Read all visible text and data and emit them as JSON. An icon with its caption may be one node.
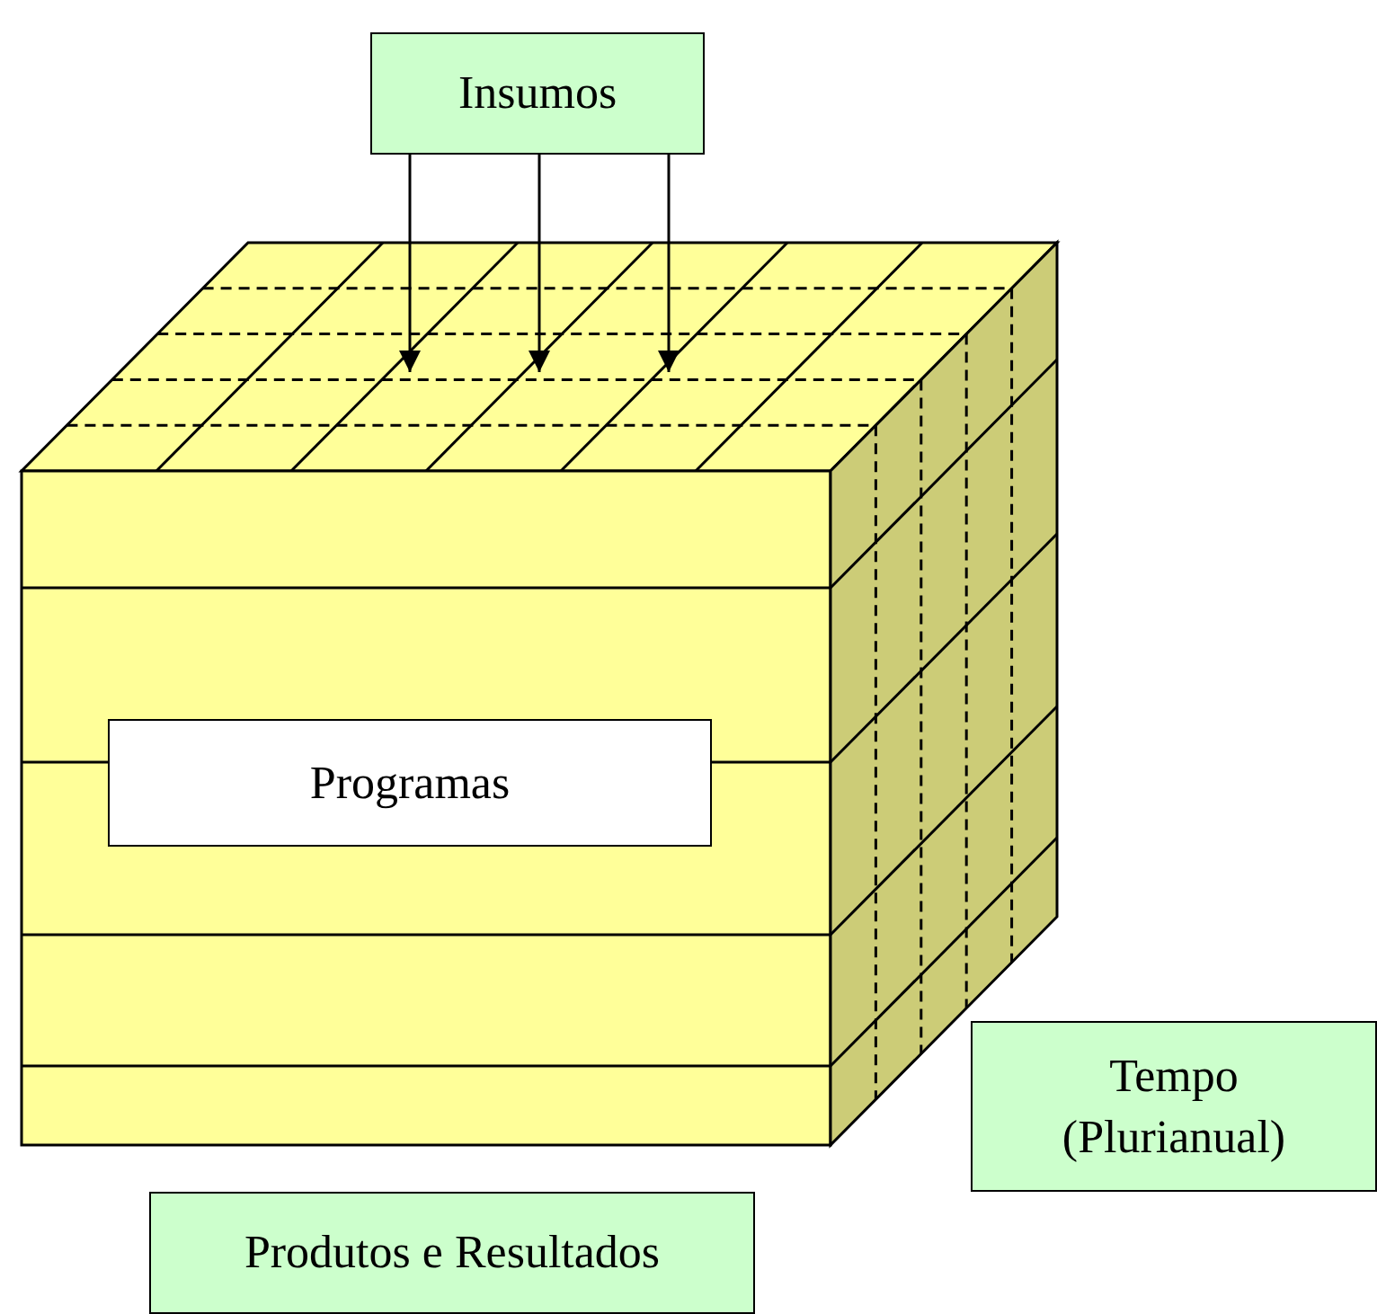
{
  "diagram": {
    "nodes": [
      {
        "text": [
          "Insumos"
        ]
      },
      {
        "text": [],
        "shape": "cube"
      },
      {
        "text": [
          "Programas"
        ],
        "in": 1
      },
      {
        "text": [
          "Tempo (Plurianual)"
        ]
      },
      {
        "text": [
          "Produtos e Resultados"
        ]
      }
    ],
    "edges": [
      {
        "from": 0,
        "to": 1,
        "arrow": "to"
      },
      {
        "from": 0,
        "to": 1,
        "arrow": "to"
      },
      {
        "from": 0,
        "to": 1,
        "arrow": "to"
      }
    ]
  }
}
